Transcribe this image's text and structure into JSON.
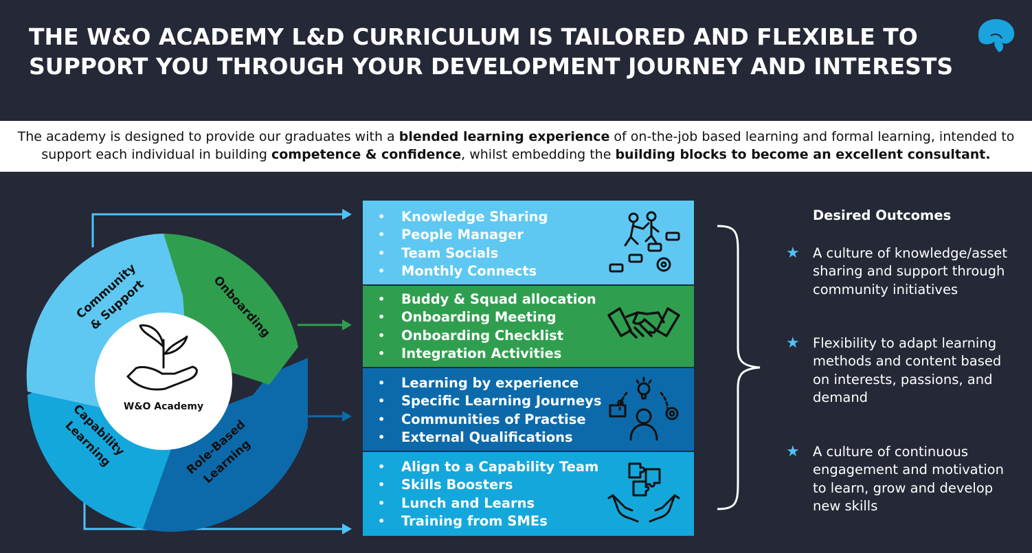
{
  "header": {
    "title": "THE W&O ACADEMY L&D CURRICULUM IS TAILORED AND FLEXIBLE TO SUPPORT YOU THROUGH YOUR DEVELOPMENT JOURNEY AND INTERESTS"
  },
  "intro": {
    "part1": "The academy is designed to provide our graduates with a ",
    "bold1": "blended learning experience",
    "part2": " of on-the-job based learning and formal learning, intended to support each individual in building ",
    "bold2": "competence & confidence",
    "part3": ", whilst embedding the ",
    "bold3": "building blocks to become an excellent consultant."
  },
  "wheel": {
    "center_label": "W&O Academy",
    "segments": [
      {
        "name": "Community & Support",
        "line1": "Community",
        "line2": "& Support",
        "color": "#5ec8f2"
      },
      {
        "name": "Onboarding",
        "line1": "Onboarding",
        "line2": "",
        "color": "#2f9f4f"
      },
      {
        "name": "Role-Based Learning",
        "line1": "Role-Based",
        "line2": "Learning",
        "color": "#0c6aaa"
      },
      {
        "name": "Capability Learning",
        "line1": "Capability",
        "line2": "Learning",
        "color": "#14a7dc"
      }
    ]
  },
  "boxes": [
    {
      "items": [
        "Knowledge Sharing",
        "People Manager",
        "Team Socials",
        "Monthly Connects"
      ],
      "icon": "climbing-steps-icon",
      "color": "#5ec8f2"
    },
    {
      "items": [
        "Buddy & Squad allocation",
        "Onboarding Meeting",
        "Onboarding Checklist",
        "Integration Activities"
      ],
      "icon": "handshake-icon",
      "color": "#2f9f4f"
    },
    {
      "items": [
        "Learning by experience",
        "Specific Learning Journeys",
        "Communities of Practise",
        "External Qualifications"
      ],
      "icon": "learner-ideas-icon",
      "color": "#0c6aaa"
    },
    {
      "items": [
        "Align to a Capability Team",
        "Skills Boosters",
        "Lunch and Learns",
        "Training from SMEs"
      ],
      "icon": "puzzle-hands-icon",
      "color": "#14a7dc"
    }
  ],
  "outcomes": {
    "heading": "Desired Outcomes",
    "items": [
      "A culture of knowledge/asset sharing and support through community initiatives",
      "Flexibility to adapt learning methods and content based on interests, passions, and demand",
      "A culture of continuous engagement and motivation to learn, grow and develop new skills"
    ],
    "star_color": "#4fc3f7"
  },
  "colors": {
    "background": "#252836",
    "intro_band": "#ffffff",
    "arrow": "#4fc3f7"
  }
}
